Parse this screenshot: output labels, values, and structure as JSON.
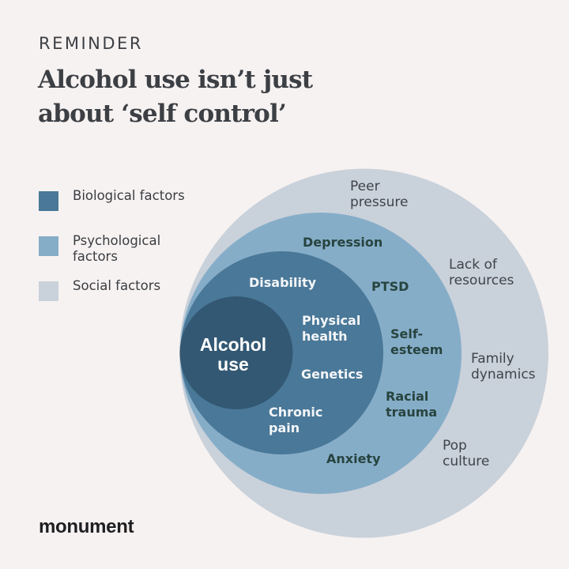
{
  "header": {
    "eyebrow": "REMINDER",
    "title": "Alcohol use isn’t just about ‘self control’"
  },
  "legend": [
    {
      "label": "Biological factors",
      "color": "#4a7898"
    },
    {
      "label": "Psychological factors",
      "color": "#86adc8"
    },
    {
      "label": "Social factors",
      "color": "#c9d1da"
    }
  ],
  "diagram": {
    "center": {
      "line1": "Alcohol",
      "line2": "use",
      "color": "#335873"
    },
    "rings": {
      "social": {
        "color": "#c9d1da",
        "items": [
          {
            "line1": "Peer",
            "line2": "pressure"
          },
          {
            "line1": "Lack of",
            "line2": "resources"
          },
          {
            "line1": "Family",
            "line2": "dynamics"
          },
          {
            "line1": "Pop",
            "line2": "culture"
          }
        ]
      },
      "psychological": {
        "color": "#86adc8",
        "items": [
          {
            "line1": "Depression"
          },
          {
            "line1": "PTSD"
          },
          {
            "line1": "Self-",
            "line2": "esteem"
          },
          {
            "line1": "Racial",
            "line2": "trauma"
          },
          {
            "line1": "Anxiety"
          }
        ]
      },
      "biological": {
        "color": "#4a7898",
        "items": [
          {
            "line1": "Disability"
          },
          {
            "line1": "Physical",
            "line2": "health"
          },
          {
            "line1": "Genetics"
          },
          {
            "line1": "Chronic",
            "line2": "pain"
          }
        ]
      }
    }
  },
  "footer": {
    "brand": "monument"
  }
}
